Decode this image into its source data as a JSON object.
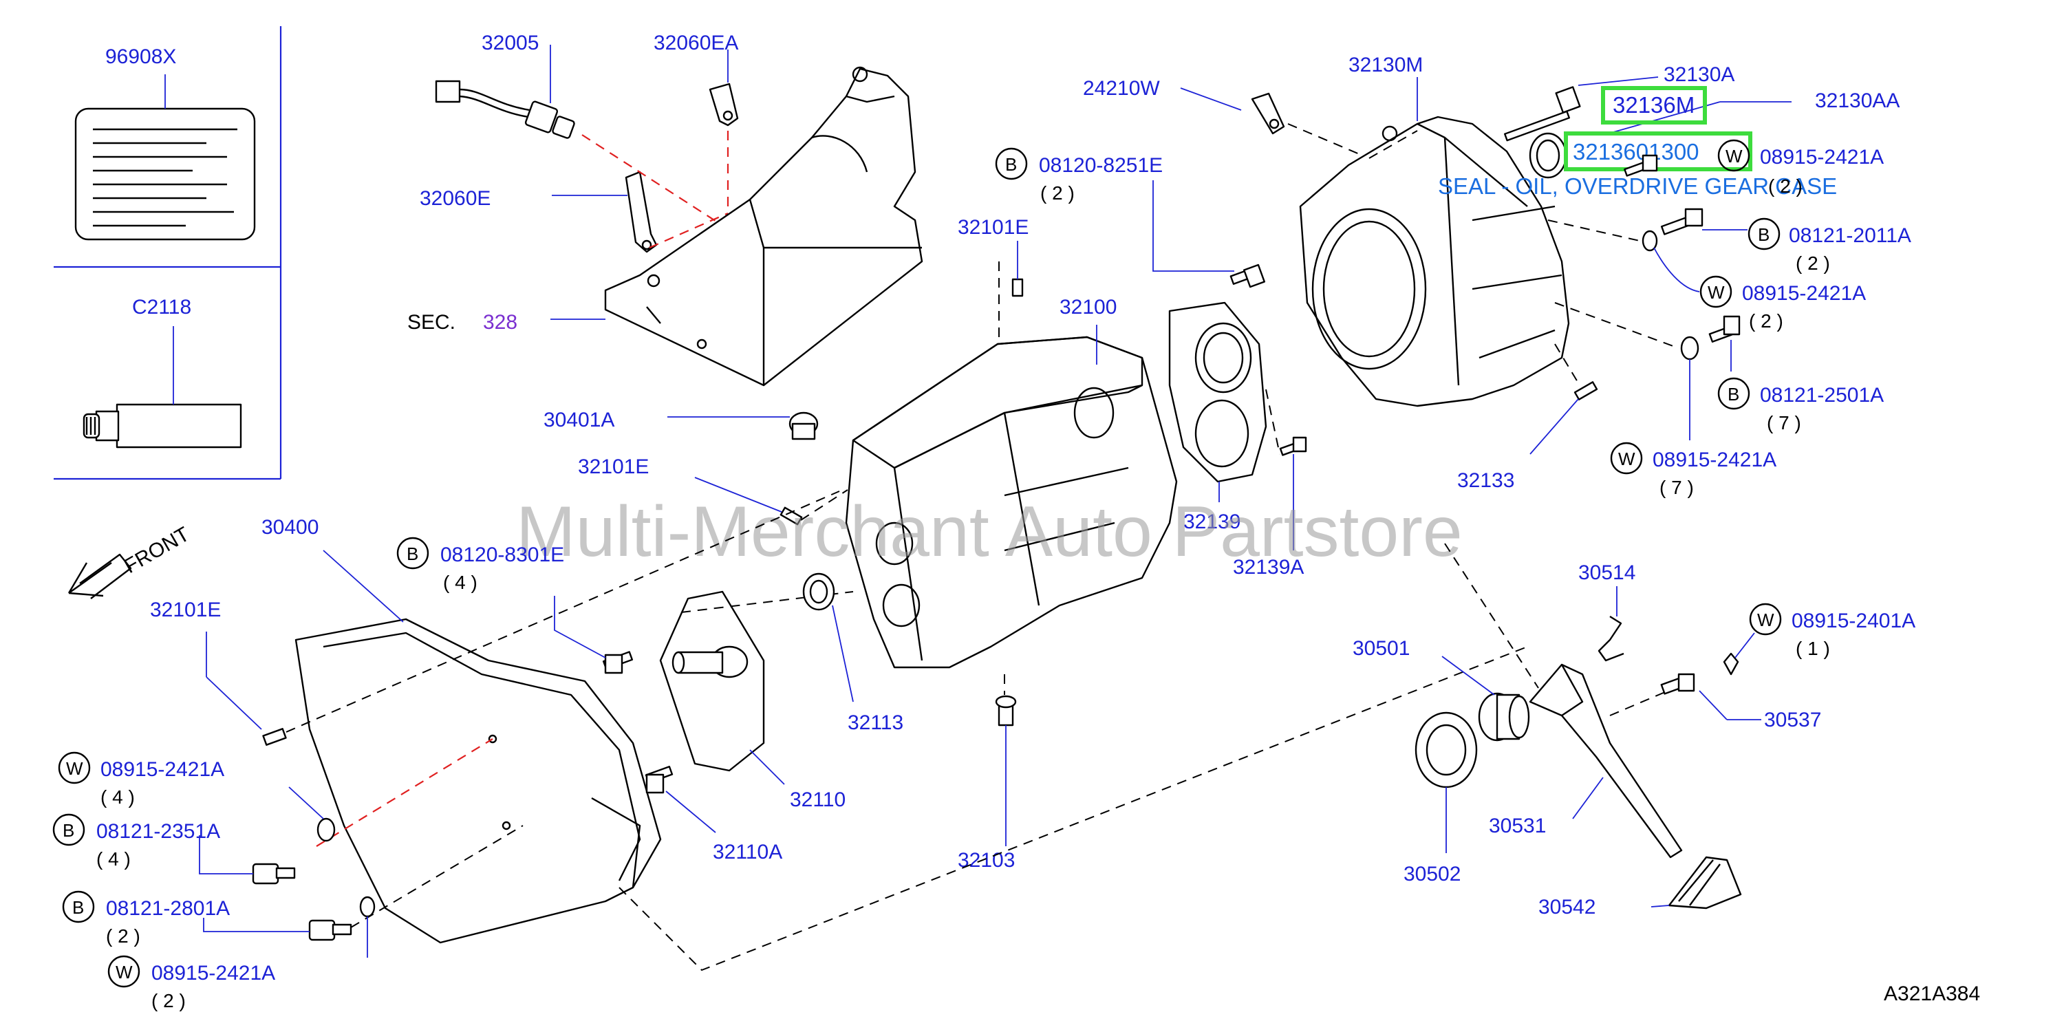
{
  "labels": {
    "p96908X": "96908X",
    "pC2118": "C2118",
    "p32005": "32005",
    "p32060EA": "32060EA",
    "p32060E": "32060E",
    "sec_prefix": "SEC.",
    "sec_number": "328",
    "p32101E_a": "32101E",
    "p32100": "32100",
    "p24210W": "24210W",
    "p32130M": "32130M",
    "p32130A": "32130A",
    "p32130AA": "32130AA",
    "p08120_8251E": "08120-8251E",
    "q08120_8251E": "( 2 )",
    "p08915_2421A_a": "08915-2421A",
    "q08915_2421A_a": "( 2 )",
    "p08121_2011A": "08121-2011A",
    "q08121_2011A": "( 2 )",
    "p08915_2421A_b": "08915-2421A",
    "q08915_2421A_b": "( 2 )",
    "p08121_2501A": "08121-2501A",
    "q08121_2501A": "( 7 )",
    "p08915_2421A_c": "08915-2421A",
    "q08915_2421A_c": "( 7 )",
    "p30401A": "30401A",
    "p32101E_b": "32101E",
    "p32133": "32133",
    "p32139": "32139",
    "p32139A": "32139A",
    "front": "FRONT",
    "p30400": "30400",
    "p08120_8301E": "08120-8301E",
    "q08120_8301E": "( 4 )",
    "p32101E_c": "32101E",
    "p32113": "32113",
    "p32110": "32110",
    "p32110A": "32110A",
    "p32103": "32103",
    "p30514": "30514",
    "p30501": "30501",
    "p08915_2401A": "08915-2401A",
    "q08915_2401A": "( 1 )",
    "p30537": "30537",
    "p30502": "30502",
    "p30531": "30531",
    "p30542": "30542",
    "p08915_2421A_d": "08915-2421A",
    "q08915_2421A_d": "( 4 )",
    "p08121_2351A": "08121-2351A",
    "q08121_2351A": "( 4 )",
    "p08121_2801A": "08121-2801A",
    "q08121_2801A": "( 2 )",
    "p08915_2421A_e": "08915-2421A",
    "q08915_2421A_e": "( 2 )",
    "diagram_code": "A321A384"
  },
  "prefix": {
    "bolt": "B",
    "washer": "W"
  },
  "highlight": {
    "part_a": "32136M",
    "part_b": "3213601300",
    "description": "SEAL - OIL, OVERDRIVE GEAR CASE",
    "color": "#3ddc3d"
  },
  "watermark": "Multi-Merchant Auto Partstore",
  "colors": {
    "label": "#1c22d6",
    "accent": "#7a2fd0",
    "guide": "#e02020"
  }
}
